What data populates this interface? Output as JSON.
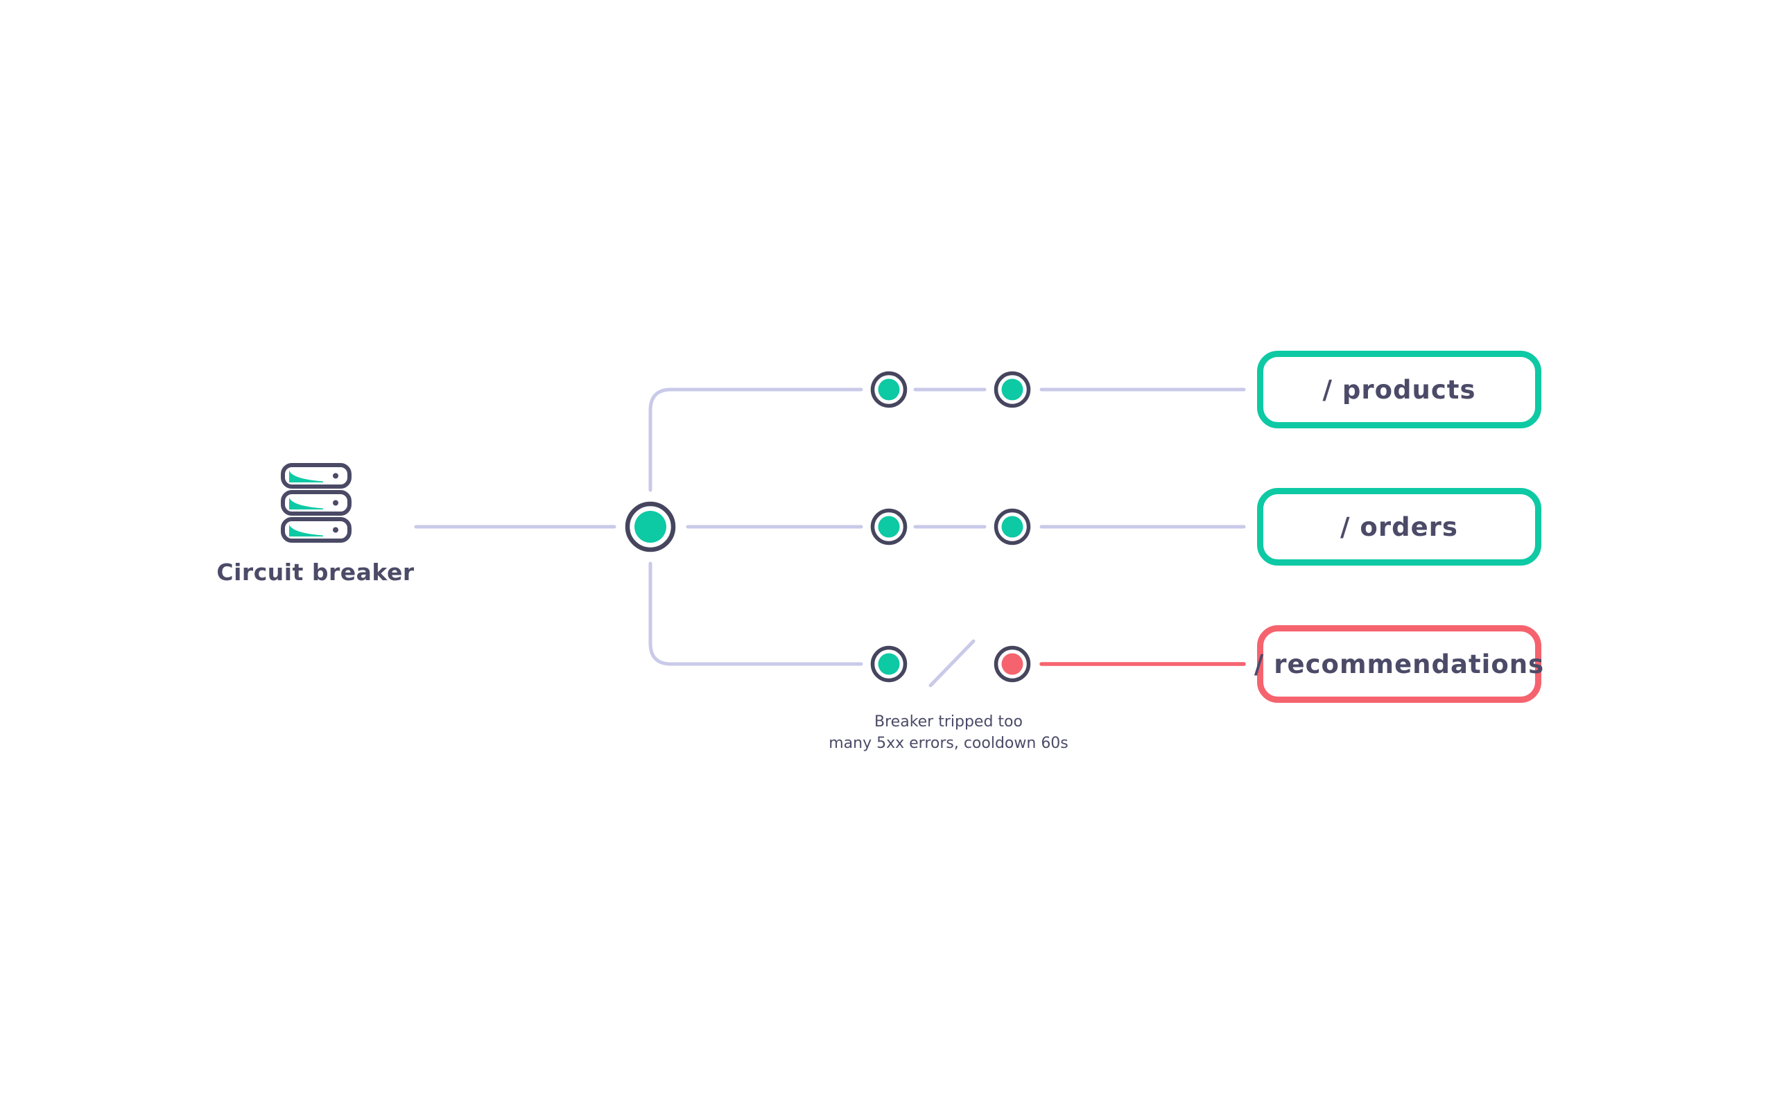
{
  "diagram": {
    "source": {
      "label": "Circuit breaker",
      "icon": "server-stack-icon"
    },
    "breaker_node": {
      "state": "closed",
      "fill_color": "#0DC9A4",
      "ring_color": "#45455E"
    },
    "routes": [
      {
        "path": "/ products",
        "state": "healthy",
        "border_color": "#0DC9A4",
        "node_colors": [
          "#0DC9A4",
          "#0DC9A4"
        ]
      },
      {
        "path": "/ orders",
        "state": "healthy",
        "border_color": "#0DC9A4",
        "node_colors": [
          "#0DC9A4",
          "#0DC9A4"
        ]
      },
      {
        "path": "/ recommendations",
        "state": "tripped",
        "border_color": "#F5636E",
        "node_colors": [
          "#0DC9A4",
          "#F5636E"
        ]
      }
    ],
    "annotation": {
      "line1": "Breaker tripped too",
      "line2": "many 5xx errors, cooldown 60s"
    },
    "colors": {
      "healthy_teal": "#0DC9A4",
      "tripped_coral": "#F5636E",
      "connector_lavender": "#C9C9E9",
      "ink_slate": "#4B4B68",
      "background": "#FFFFFF"
    }
  }
}
